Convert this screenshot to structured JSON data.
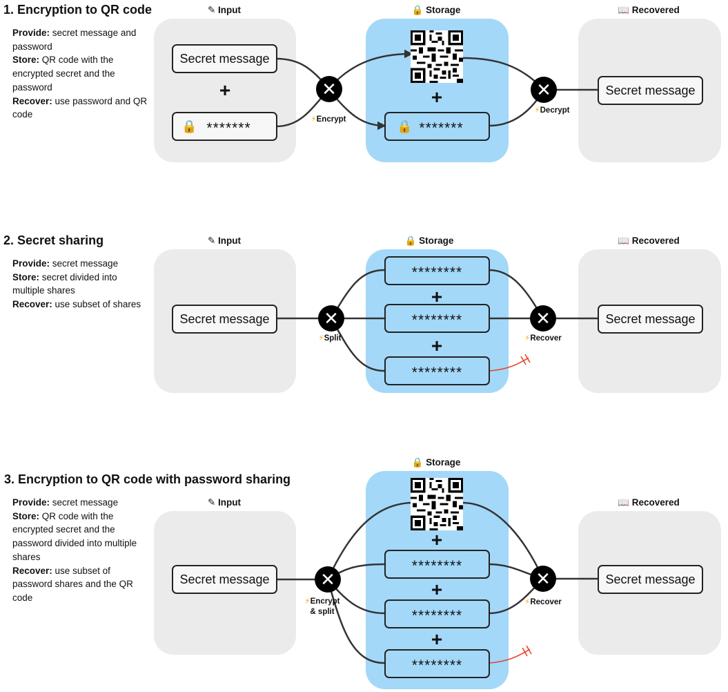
{
  "columns": {
    "input": "✎ Input",
    "storage": "🔒 Storage",
    "recovered": "📖 Recovered"
  },
  "operations": {
    "encrypt": "Encrypt",
    "decrypt": "Decrypt",
    "split": "Split",
    "recover": "Recover",
    "encrypt_split_1": "Encrypt",
    "encrypt_split_2": "& split"
  },
  "colors": {
    "panel_gray": "#ebebeb",
    "panel_blue": "#a3d8f9",
    "broken_share": "#e8452c"
  },
  "sections": [
    {
      "title": "1. Encryption to QR code",
      "provide_label": "Provide:",
      "provide": "secret message and password",
      "store_label": "Store:",
      "store": "QR code with the encrypted secret and the password",
      "recover_label": "Recover:",
      "recover": "use password and QR code",
      "input_message": "Secret message",
      "input_password": "*******",
      "storage_password": "*******",
      "recovered_message": "Secret message",
      "plus": "+"
    },
    {
      "title": "2. Secret sharing",
      "provide_label": "Provide:",
      "provide": "secret message",
      "store_label": "Store:",
      "store": "secret divided into multiple shares",
      "recover_label": "Recover:",
      "recover": "use subset of shares",
      "input_message": "Secret message",
      "shares": [
        "********",
        "********",
        "********"
      ],
      "recovered_message": "Secret message",
      "plus": "+"
    },
    {
      "title": "3. Encryption to QR code with password sharing",
      "provide_label": "Provide:",
      "provide": "secret message",
      "store_label": "Store:",
      "store": "QR code with the encrypted secret and the password divided into multiple shares",
      "recover_label": "Recover:",
      "recover": "use subset of password shares and the QR code",
      "input_message": "Secret message",
      "shares": [
        "********",
        "********",
        "********"
      ],
      "recovered_message": "Secret message",
      "plus": "+"
    }
  ]
}
